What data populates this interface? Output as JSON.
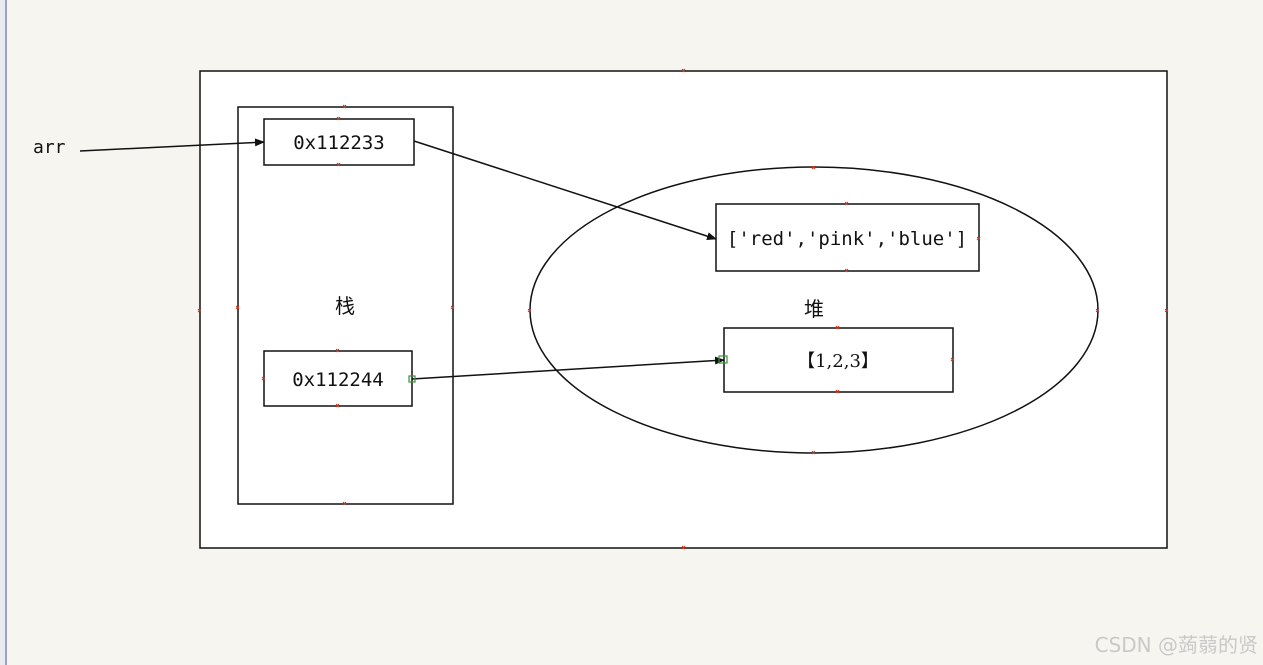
{
  "diagram": {
    "variable_label": "arr",
    "stack": {
      "label": "栈",
      "addresses": [
        "0x112233",
        "0x112244"
      ]
    },
    "heap": {
      "label": "堆",
      "objects": [
        "['red','pink','blue']",
        "【1,2,3】"
      ]
    }
  },
  "watermark": "CSDN @蒟蒻的贤",
  "colors": {
    "background": "#f7f5ef",
    "canvas": "#ffffff",
    "stroke": "#111111",
    "handle": "#c0392b",
    "connector": "#3a8f3a",
    "left_bar": "#9aa3c7"
  }
}
